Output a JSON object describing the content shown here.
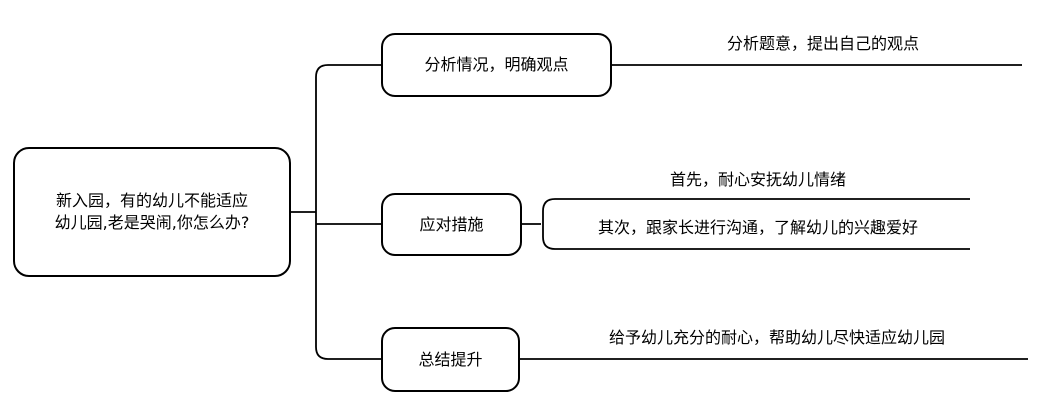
{
  "root": {
    "text": "新入园，有的幼儿不能适应幼儿园,老是哭闹,你怎么办?"
  },
  "branches": [
    {
      "label": "分析情况，明确观点",
      "children": [
        "分析题意，提出自己的观点"
      ]
    },
    {
      "label": "应对措施",
      "children": [
        "首先，耐心安抚幼儿情绪",
        "其次，跟家长进行沟通，了解幼儿的兴趣爱好"
      ]
    },
    {
      "label": "总结提升",
      "children": [
        "给予幼儿充分的耐心，帮助幼儿尽快适应幼儿园"
      ]
    }
  ]
}
